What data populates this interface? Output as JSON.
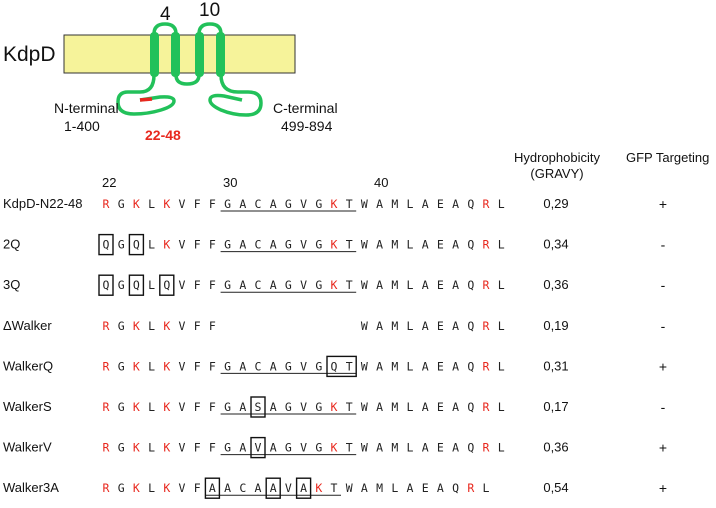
{
  "diagram": {
    "protein": "KdpD",
    "tm_labels": [
      "4",
      "10"
    ],
    "n_terminal": {
      "name": "N-terminal",
      "range": "1-400"
    },
    "c_terminal": {
      "name": "C-terminal",
      "range": "499-894"
    },
    "highlight_region": "22-48",
    "colors": {
      "membrane": "#f6f39a",
      "helix": "#22c15a",
      "highlight": "#e8281e",
      "charged_residue": "#e8281e",
      "box": "#111111"
    }
  },
  "table": {
    "headers": {
      "hydrophobicity": [
        "Hydrophobicity",
        "(GRAVY)"
      ],
      "gfp": "GFP Targeting"
    },
    "positions": [
      "22",
      "30",
      "40"
    ],
    "rows": [
      {
        "name": "KdpD-N22-48",
        "seq": "RGKLKVFFGACAGVGKTWAMLAEAQRL",
        "red": [
          0,
          2,
          4,
          15,
          25
        ],
        "boxed": [],
        "gravy": "0,29",
        "gfp": "+"
      },
      {
        "name": "2Q",
        "seq": "QGQLKVFFGACAGVGKTWAMLAEAQRL",
        "red": [
          4,
          15,
          25
        ],
        "boxed": [
          [
            0,
            0
          ],
          [
            2,
            2
          ]
        ],
        "gravy": "0,34",
        "gfp": "-"
      },
      {
        "name": "3Q",
        "seq": "QGQLQVFFGACAGVGKTWAMLAEAQRL",
        "red": [
          15,
          25
        ],
        "boxed": [
          [
            0,
            0
          ],
          [
            2,
            2
          ],
          [
            4,
            4
          ]
        ],
        "gravy": "0,36",
        "gfp": "-"
      },
      {
        "name": "ΔWalker",
        "seq": "RGKLKVFF---------WAMLAEAQRL",
        "red": [
          0,
          2,
          4,
          25
        ],
        "boxed": [],
        "gravy": "0,19",
        "gfp": "-"
      },
      {
        "name": "WalkerQ",
        "seq": "RGKLKVFFGACAGVGQTWAMLAEAQRL",
        "red": [
          0,
          2,
          4,
          25
        ],
        "boxed": [
          [
            15,
            16
          ]
        ],
        "gravy": "0,31",
        "gfp": "+"
      },
      {
        "name": "WalkerS",
        "seq": "RGKLKVFFGASAGVGKTWAMLAEAQRL",
        "red": [
          0,
          2,
          4,
          15,
          25
        ],
        "boxed": [
          [
            10,
            10
          ]
        ],
        "gravy": "0,17",
        "gfp": "-"
      },
      {
        "name": "WalkerV",
        "seq": "RGKLKVFFGAVAGVGKTWAMLAEAQRL",
        "red": [
          0,
          2,
          4,
          15,
          25
        ],
        "boxed": [
          [
            10,
            10
          ]
        ],
        "gravy": "0,36",
        "gfp": "+"
      },
      {
        "name": "Walker3A",
        "seq": "RGKLKVFAACAAVAKTWAMLAEAQRL",
        "red": [
          0,
          2,
          4,
          14,
          24
        ],
        "boxed": [
          [
            7,
            7
          ],
          [
            11,
            11
          ],
          [
            13,
            13
          ]
        ],
        "gravy": "0,54",
        "gfp": "+"
      }
    ]
  }
}
